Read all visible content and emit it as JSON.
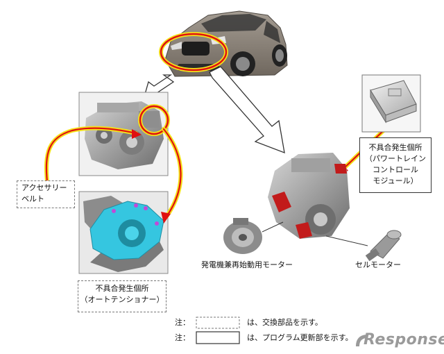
{
  "labels": {
    "accessory_belt_line1": "アクセサリー",
    "accessory_belt_line2": "ベルト",
    "defect_tensioner_line1": "不具合発生個所",
    "defect_tensioner_line2": "（オートテンショナー）",
    "defect_pcm_line1": "不具合発生個所",
    "defect_pcm_line2": "（パワートレイン",
    "defect_pcm_line3": "コントロール",
    "defect_pcm_line4": "モジュール）",
    "generator_motor": "発電機兼再始動用モーター",
    "starter_motor": "セルモーター"
  },
  "legend": {
    "note1_prefix": "注：",
    "note1_text": "は、交換部品を示す。",
    "note2_prefix": "注：",
    "note2_text": "は、プログラム更新部を示す。"
  },
  "watermark": {
    "text": "Response."
  },
  "colors": {
    "highlight_red": "#e01010",
    "highlight_yellow": "#f4e21a",
    "tensioner_cyan": "#35c6e0",
    "part_red": "#c21b1b",
    "engine_gray": "#9d9d9d",
    "car_body": "#8b8378"
  }
}
